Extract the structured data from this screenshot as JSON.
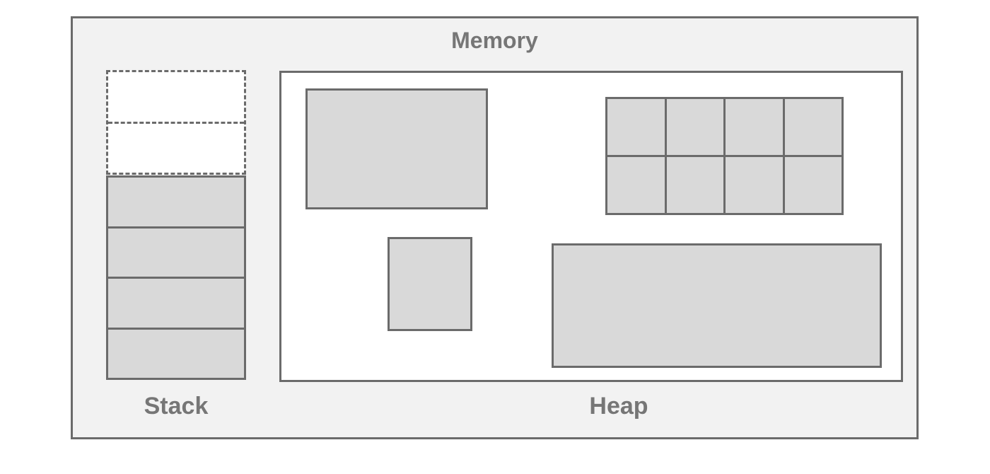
{
  "diagram": {
    "title": "Memory",
    "stack": {
      "label": "Stack",
      "free_slot_count": 2,
      "allocated_slot_count": 4
    },
    "heap": {
      "label": "Heap",
      "allocated_block_count": 4,
      "grid_block": {
        "rows": 2,
        "columns": 4
      }
    },
    "colors": {
      "frame_background": "#f2f2f2",
      "heap_background": "#ffffff",
      "free_slot_fill": "#ffffff",
      "block_fill": "#d9d9d9",
      "border": "#6b6b6b",
      "label_text": "#767676"
    }
  }
}
